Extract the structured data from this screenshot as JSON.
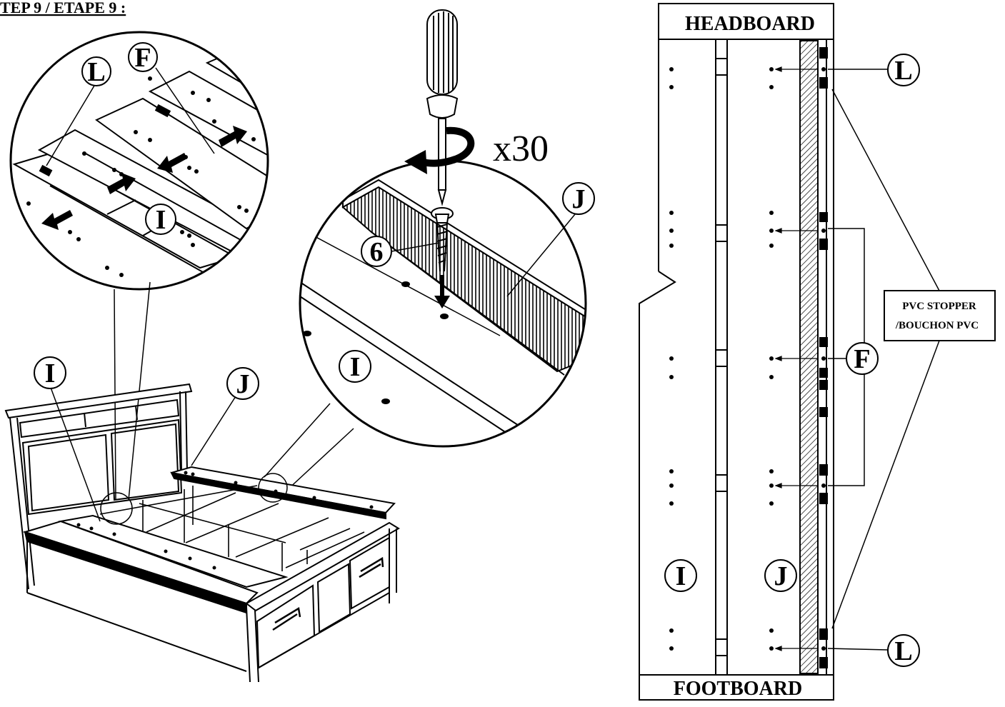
{
  "step_title": "TEP 9 / ETAPE 9 :",
  "count_label": "x30",
  "labels": {
    "L": "L",
    "F": "F",
    "I": "I",
    "J": "J",
    "six": "6"
  },
  "plan": {
    "headboard": "HEADBOARD",
    "footboard": "FOOTBOARD",
    "stopper_line1": "PVC STOPPER",
    "stopper_line2": "/BOUCHON PVC"
  }
}
